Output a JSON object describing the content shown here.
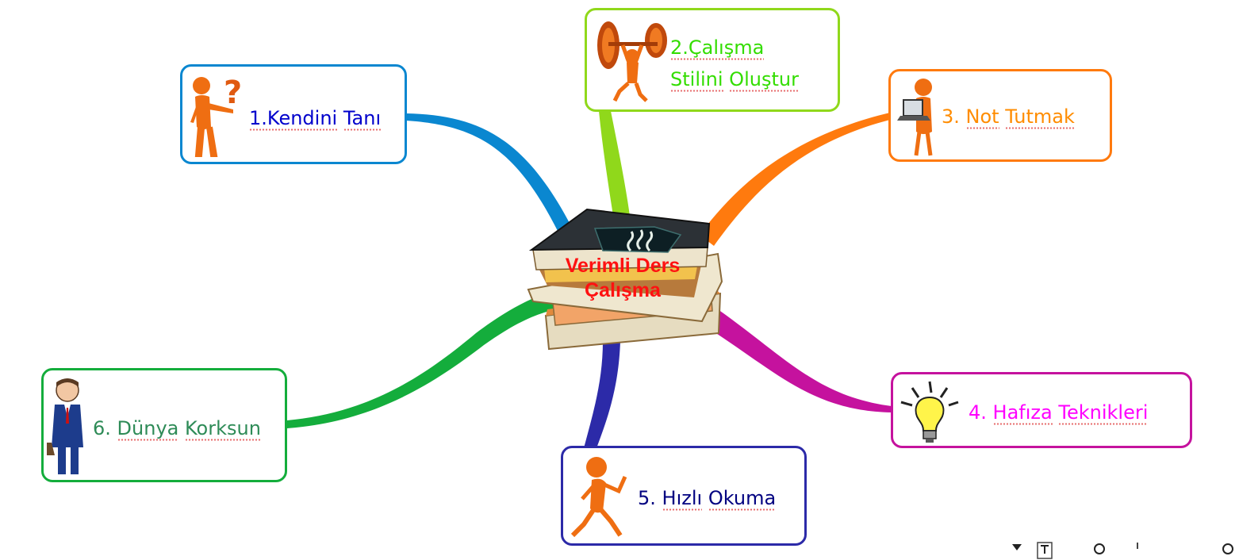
{
  "center": {
    "title_line1": "Verimli Ders",
    "title_line2": "Çalışma",
    "image": "book-stack-icon"
  },
  "branches": [
    {
      "id": "kendini-tani",
      "label": "1.Kendini Tanı",
      "color": "#0a87d0",
      "text_color": "#0000cc",
      "icon": "question-figure-icon"
    },
    {
      "id": "calisma-stili",
      "label_line1": "2.Çalışma",
      "label_line2": "Stilini Oluştur",
      "color": "#90d81b",
      "text_color": "#33dd00",
      "icon": "weightlifter-icon"
    },
    {
      "id": "not-tutmak",
      "label": "3. Not Tutmak",
      "color": "#ff7a0e",
      "text_color": "#ff8c00",
      "icon": "laptop-figure-icon"
    },
    {
      "id": "hafiza",
      "label": "4. Hafıza Teknikleri",
      "color": "#c5129e",
      "text_color": "#ff00ff",
      "icon": "lightbulb-icon"
    },
    {
      "id": "hizli-okuma",
      "label": "5. Hızlı Okuma",
      "color": "#2c2aa8",
      "text_color": "#000080",
      "icon": "running-figure-icon"
    },
    {
      "id": "dunya-korksun",
      "label": "6. Dünya Korksun",
      "color": "#14ad3c",
      "text_color": "#2e8b57",
      "icon": "businessman-icon"
    }
  ]
}
